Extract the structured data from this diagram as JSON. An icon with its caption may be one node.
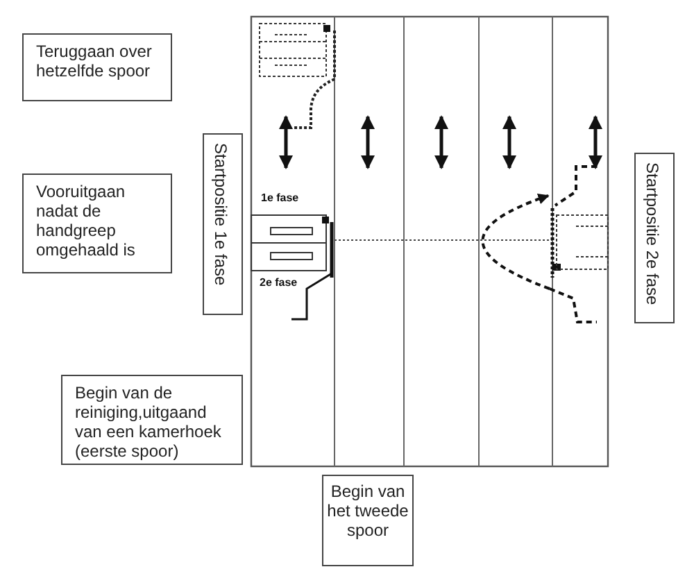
{
  "diagram": {
    "nodes": [
      {
        "text": [
          "Teruggaan over hetzelfde spoor"
        ]
      },
      {
        "text": [
          "Vooruitgaan nadat de handgreep omgehaald is"
        ]
      },
      {
        "text": [
          "Startpositie 1e fase"
        ]
      },
      {
        "text": [
          "Startpositie 2e fase"
        ]
      },
      {
        "text": [
          "Begin van de reiniging,uitgaand van een kamerhoek (eerste spoor)"
        ]
      },
      {
        "text": [
          "Begin van het tweede spoor"
        ]
      }
    ],
    "labels": [
      "1e fase",
      "2e fase"
    ]
  }
}
